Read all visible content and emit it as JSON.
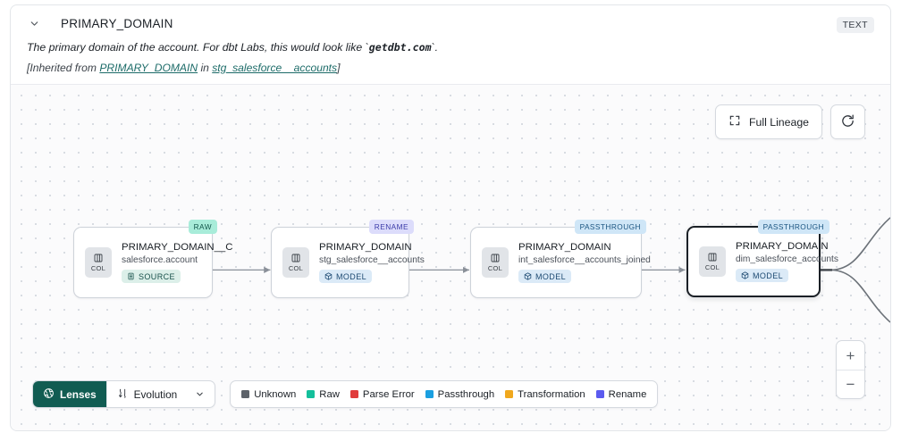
{
  "header": {
    "collapse_icon": "chevron-down-icon",
    "title": "PRIMARY_DOMAIN",
    "type_badge": "TEXT",
    "description_prefix": "The primary domain of the account. For dbt Labs, this would look like `",
    "description_code": "getdbt.com",
    "description_suffix": "`.",
    "inherited_prefix": "[Inherited from ",
    "inherited_link": "PRIMARY_DOMAIN",
    "inherited_middle": " in ",
    "inherited_source": "stg_salesforce__accounts",
    "inherited_suffix": "]"
  },
  "controls": {
    "full_lineage_label": "Full Lineage",
    "full_lineage_icon": "expand-icon",
    "refresh_icon": "refresh-icon",
    "zoom_in": "+",
    "zoom_out": "−"
  },
  "lineage": {
    "nodes": [
      {
        "tag": "RAW",
        "tag_kind": "raw",
        "chip_label": "COL",
        "chip_icon": "column-icon",
        "title": "PRIMARY_DOMAIN__C",
        "subtitle": "salesforce.account",
        "kind_label": "SOURCE",
        "kind_type": "source",
        "kind_icon": "database-icon",
        "selected": false
      },
      {
        "tag": "RENAME",
        "tag_kind": "rename",
        "chip_label": "COL",
        "chip_icon": "column-icon",
        "title": "PRIMARY_DOMAIN",
        "subtitle": "stg_salesforce__accounts",
        "kind_label": "MODEL",
        "kind_type": "model",
        "kind_icon": "cube-icon",
        "selected": false
      },
      {
        "tag": "PASSTHROUGH",
        "tag_kind": "passthrough",
        "chip_label": "COL",
        "chip_icon": "column-icon",
        "title": "PRIMARY_DOMAIN",
        "subtitle": "int_salesforce__accounts_joined",
        "kind_label": "MODEL",
        "kind_type": "model",
        "kind_icon": "cube-icon",
        "selected": false
      },
      {
        "tag": "PASSTHROUGH",
        "tag_kind": "passthrough",
        "chip_label": "COL",
        "chip_icon": "column-icon",
        "title": "PRIMARY_DOMAIN",
        "subtitle": "dim_salesforce_accounts",
        "kind_label": "MODEL",
        "kind_type": "model",
        "kind_icon": "cube-icon",
        "selected": true
      }
    ]
  },
  "toolbar": {
    "lenses_label": "Lenses",
    "lenses_icon": "aperture-icon",
    "evolution_label": "Evolution",
    "evolution_icon": "evolution-icon",
    "evolution_chevron": "chevron-down-icon"
  },
  "legend": {
    "items": [
      {
        "label": "Unknown",
        "color": "#5c6269"
      },
      {
        "label": "Raw",
        "color": "#14bf9b"
      },
      {
        "label": "Parse Error",
        "color": "#e03b3b"
      },
      {
        "label": "Passthrough",
        "color": "#1a9fe0"
      },
      {
        "label": "Transformation",
        "color": "#f0a81e"
      },
      {
        "label": "Rename",
        "color": "#5b5bef"
      }
    ]
  }
}
